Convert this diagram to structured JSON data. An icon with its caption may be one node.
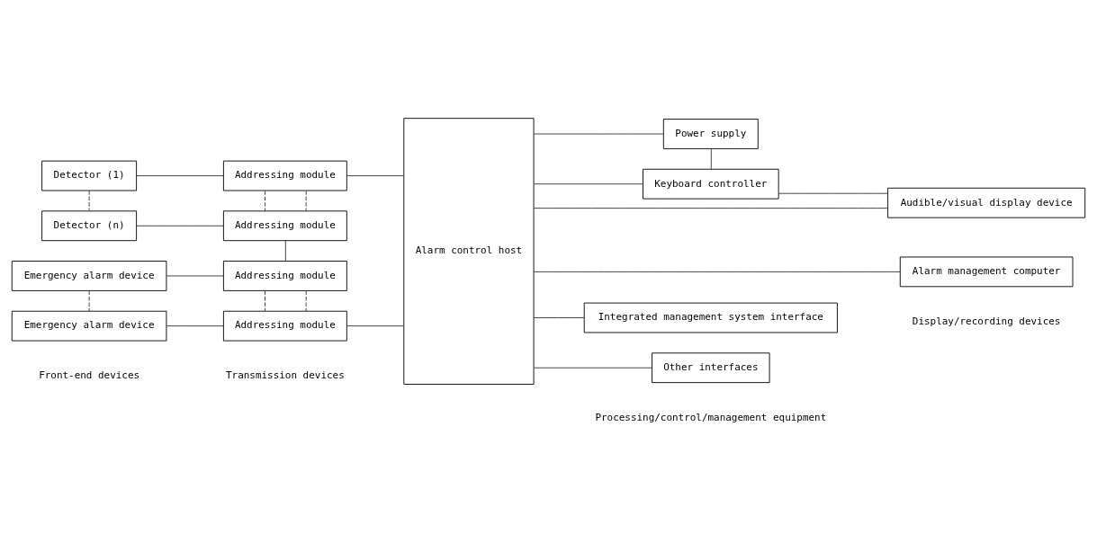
{
  "diagram": {
    "nodes": [
      {
        "text": [
          "Detector (1)"
        ]
      },
      {
        "text": [
          "Detector (n)"
        ]
      },
      {
        "text": [
          "Emergency alarm device"
        ]
      },
      {
        "text": [
          "Emergency alarm device"
        ]
      },
      {
        "text": [
          "Addressing module"
        ]
      },
      {
        "text": [
          "Addressing module"
        ]
      },
      {
        "text": [
          "Addressing module"
        ]
      },
      {
        "text": [
          "Addressing module"
        ]
      },
      {
        "text": [
          "Alarm control host"
        ]
      },
      {
        "text": [
          "Power supply"
        ]
      },
      {
        "text": [
          "Keyboard controller"
        ]
      },
      {
        "text": [
          "Audible/visual display device"
        ]
      },
      {
        "text": [
          "Alarm management computer"
        ]
      },
      {
        "text": [
          "Integrated management system interface"
        ]
      },
      {
        "text": [
          "Other interfaces"
        ]
      }
    ],
    "edges": [
      {
        "from": 0,
        "to": 1,
        "arrow": "none",
        "style": "dashed"
      },
      {
        "from": 2,
        "to": 3,
        "arrow": "none",
        "style": "dashed"
      },
      {
        "from": 0,
        "to": 4,
        "arrow": "none"
      },
      {
        "from": 1,
        "to": 5,
        "arrow": "none"
      },
      {
        "from": 2,
        "to": 6,
        "arrow": "none"
      },
      {
        "from": 3,
        "to": 7,
        "arrow": "none"
      },
      {
        "from": 4,
        "to": 5,
        "arrow": "none",
        "style": "dashed"
      },
      {
        "from": 6,
        "to": 7,
        "arrow": "none",
        "style": "dashed"
      },
      {
        "from": 4,
        "to": 8,
        "arrow": "none"
      },
      {
        "from": 4,
        "to": 5,
        "arrow": "none",
        "style": "dashed"
      },
      {
        "from": 5,
        "to": 6,
        "arrow": "none"
      },
      {
        "from": 6,
        "to": 7,
        "arrow": "none",
        "style": "dashed"
      },
      {
        "from": 7,
        "to": 8,
        "arrow": "none"
      },
      {
        "from": 8,
        "to": 9,
        "arrow": "none"
      },
      {
        "from": 8,
        "to": 10,
        "arrow": "none"
      },
      {
        "from": 9,
        "to": 10,
        "arrow": "none"
      },
      {
        "from": 8,
        "to": 11,
        "arrow": "none"
      },
      {
        "from": 10,
        "to": 11,
        "arrow": "none"
      },
      {
        "from": 8,
        "to": 12,
        "arrow": "none"
      },
      {
        "from": 8,
        "to": 13,
        "arrow": "none"
      },
      {
        "from": 8,
        "to": 14,
        "arrow": "none"
      }
    ],
    "labels": [
      "Front-end devices",
      "Transmission devices",
      "Processing/control/management equipment",
      "Display/recording devices"
    ]
  }
}
